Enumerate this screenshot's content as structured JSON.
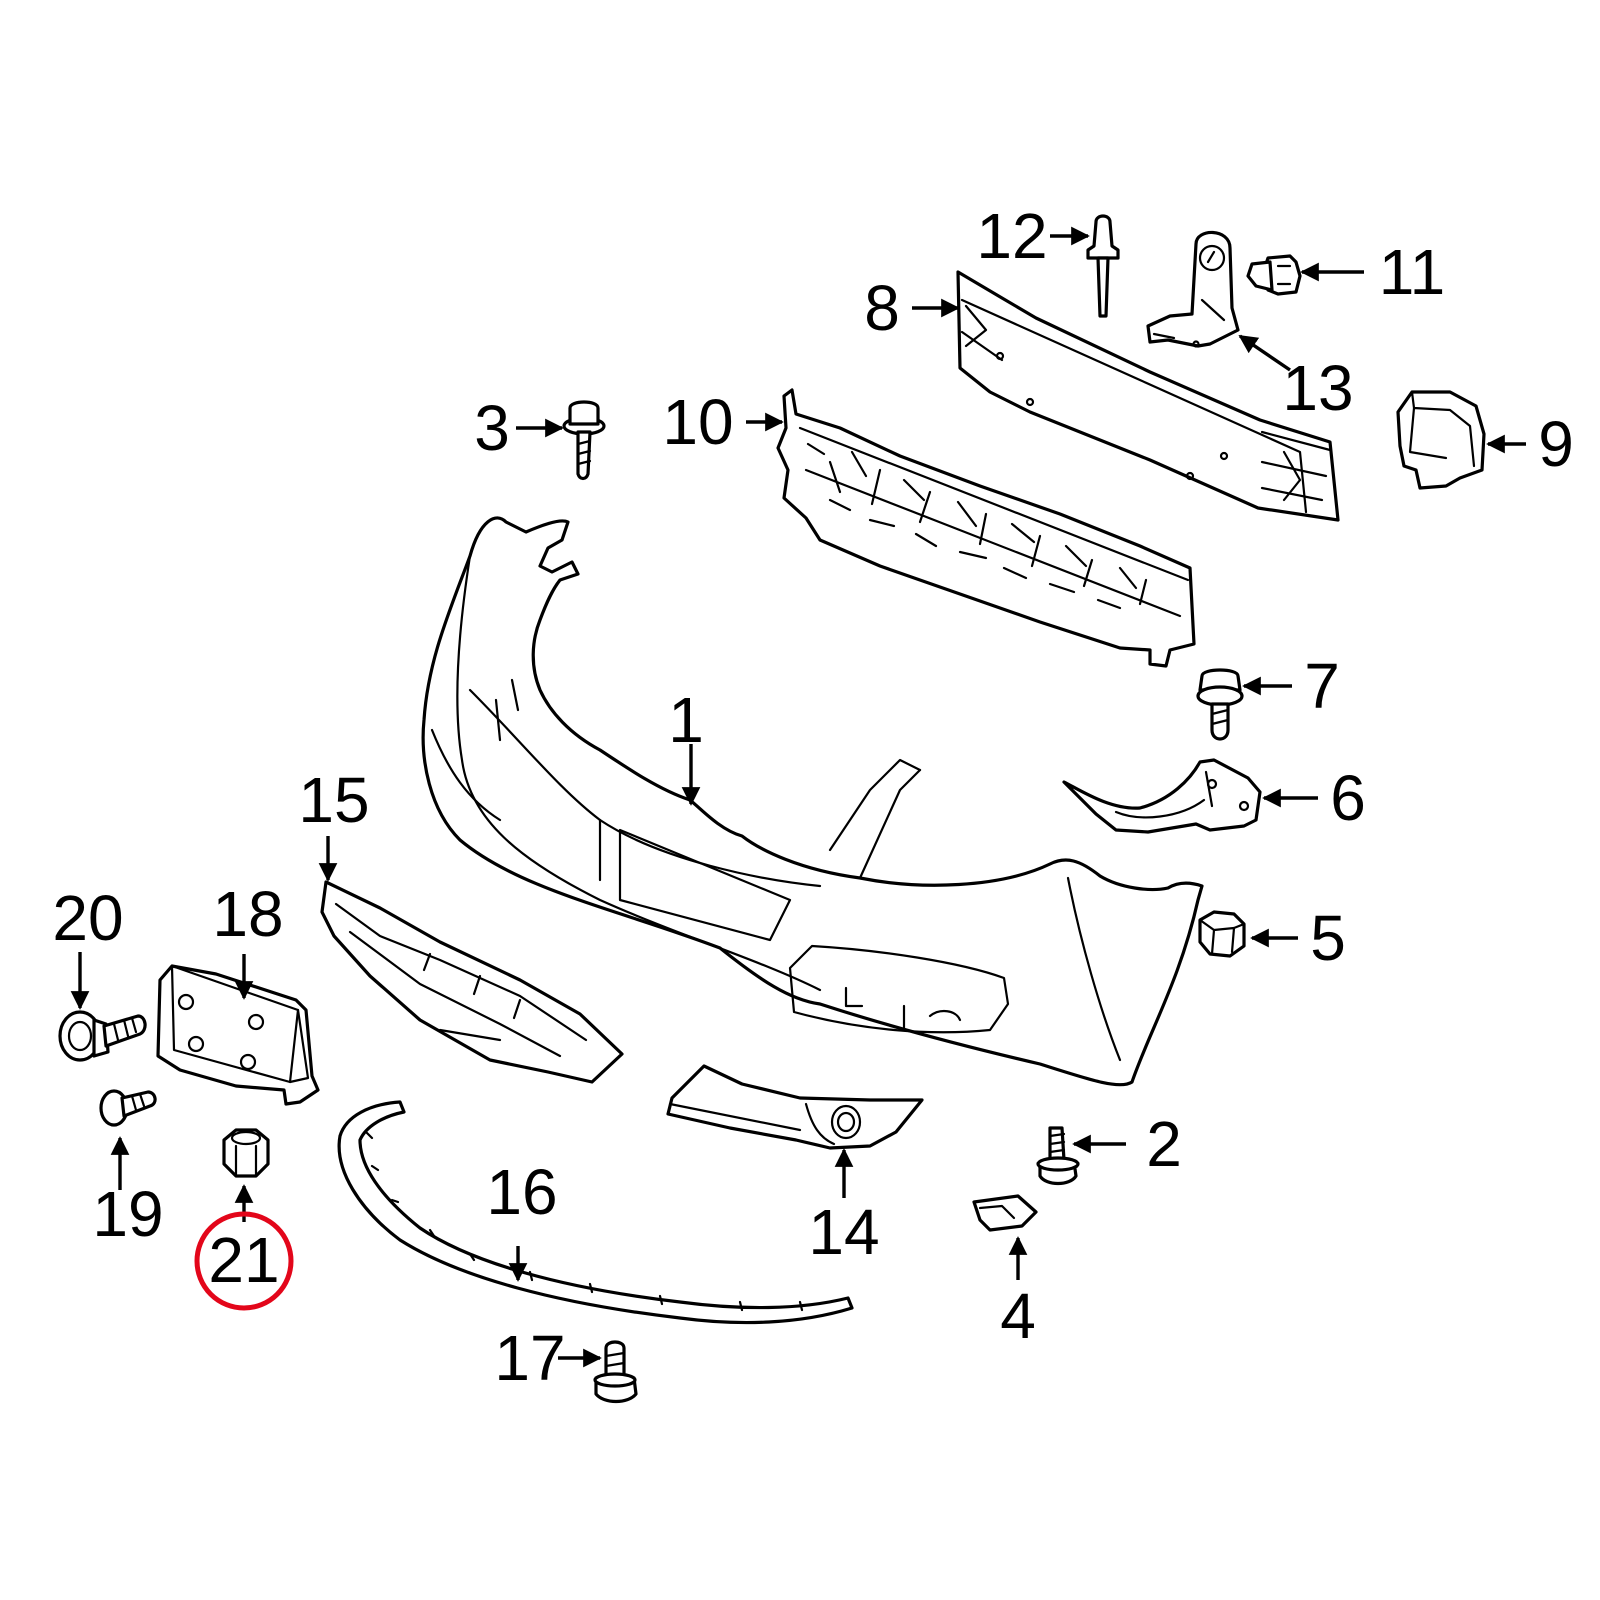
{
  "diagram": {
    "highlight_color": "#e3061a",
    "highlighted_callout": "21",
    "callouts": [
      {
        "id": "c1",
        "label": "1"
      },
      {
        "id": "c2",
        "label": "2"
      },
      {
        "id": "c3",
        "label": "3"
      },
      {
        "id": "c4",
        "label": "4"
      },
      {
        "id": "c5",
        "label": "5"
      },
      {
        "id": "c6",
        "label": "6"
      },
      {
        "id": "c7",
        "label": "7"
      },
      {
        "id": "c8",
        "label": "8"
      },
      {
        "id": "c9",
        "label": "9"
      },
      {
        "id": "c10",
        "label": "10"
      },
      {
        "id": "c11",
        "label": "11"
      },
      {
        "id": "c12",
        "label": "12"
      },
      {
        "id": "c13",
        "label": "13"
      },
      {
        "id": "c14",
        "label": "14"
      },
      {
        "id": "c15",
        "label": "15"
      },
      {
        "id": "c16",
        "label": "16"
      },
      {
        "id": "c17",
        "label": "17"
      },
      {
        "id": "c18",
        "label": "18"
      },
      {
        "id": "c19",
        "label": "19"
      },
      {
        "id": "c20",
        "label": "20"
      },
      {
        "id": "c21",
        "label": "21"
      }
    ]
  }
}
